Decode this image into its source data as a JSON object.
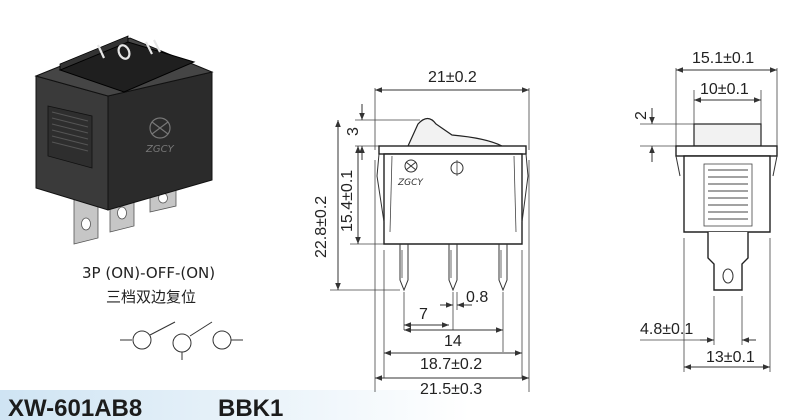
{
  "product": {
    "model": "XW-601AB8",
    "variant": "BBK1",
    "brand_mark": "ZGCY"
  },
  "function": {
    "poles": "3P  (ON)-OFF-(ON)",
    "description": "三档双边复位"
  },
  "dimensions": {
    "width_top": "21±0.2",
    "height_rocker": "3",
    "height_total": "22.8±0.2",
    "height_body": "15.4±0.1",
    "pin_spacing": "7",
    "pin_thickness": "0.8",
    "pin_outer": "14",
    "width_body": "18.7±0.2",
    "width_bottom": "21.5±0.3",
    "side_width_top": "15.1±0.1",
    "side_width_rocker": "10±0.1",
    "side_rocker_height": "2",
    "side_pin_width": "4.8±0.1",
    "side_width_body": "13±0.1"
  },
  "colors": {
    "band_start": "#cfe4f3",
    "band_end": "#ffffff",
    "switch_body": "#2b2b2b"
  }
}
